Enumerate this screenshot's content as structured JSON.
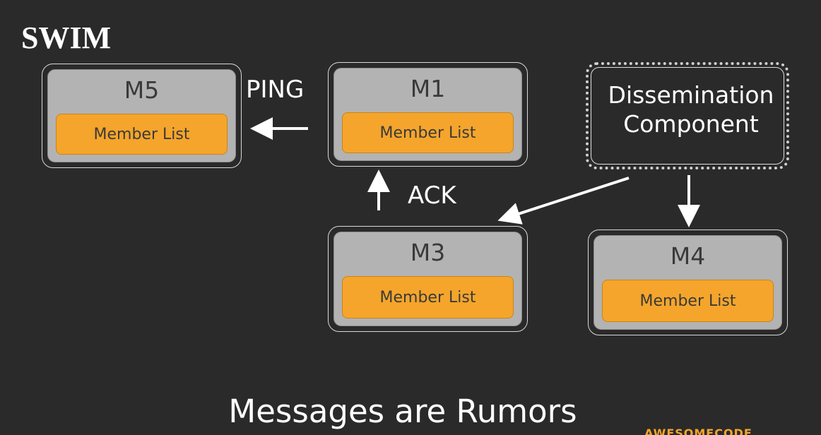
{
  "title": "SWIM",
  "members": {
    "m5": {
      "name": "M5",
      "list": "Member List"
    },
    "m1": {
      "name": "M1",
      "list": "Member List"
    },
    "m3": {
      "name": "M3",
      "list": "Member List"
    },
    "m4": {
      "name": "M4",
      "list": "Member List"
    }
  },
  "dissemination": {
    "line1": "Dissemination",
    "line2": "Component"
  },
  "edges": {
    "ping": "PING",
    "ack": "ACK"
  },
  "footer": "Messages are Rumors",
  "watermark": "AWESOMECODE",
  "colors": {
    "background": "#2a2a2a",
    "node_fill": "#b3b3b3",
    "list_fill": "#f5a52b",
    "text": "#ffffff"
  }
}
